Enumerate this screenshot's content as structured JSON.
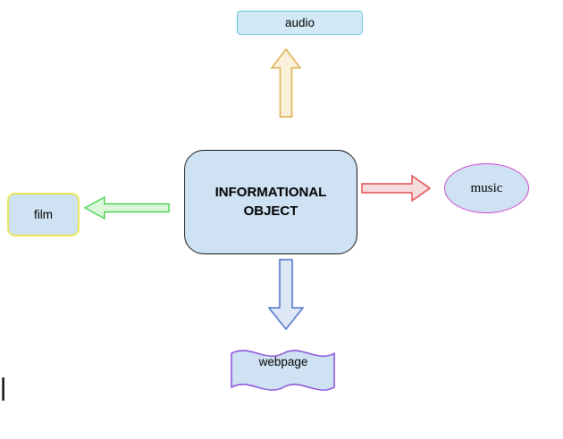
{
  "diagram": {
    "nodes": {
      "center": {
        "label": "INFORMATIONAL OBJECT",
        "border_color": "#1a1a1a",
        "fill_color": "#cfe2f3"
      },
      "audio": {
        "label": "audio",
        "border_color": "#62cbdd",
        "fill_color": "#d3eaf6"
      },
      "music": {
        "label": "music",
        "border_color": "#cc44cc",
        "fill_color": "#cfe2f3"
      },
      "film": {
        "label": "film",
        "border_color": "#e9e65a",
        "fill_color": "#cfe2f3"
      },
      "webpage": {
        "label": "webpage",
        "border_color": "#8a4fd8",
        "fill_color": "#cfe2f3"
      }
    },
    "arrows": {
      "up": {
        "from": "center",
        "to": "audio",
        "border_color": "#dcaf4e",
        "fill_color": "#f9f0da"
      },
      "right": {
        "from": "center",
        "to": "music",
        "border_color": "#e14f4f",
        "fill_color": "#f7dcdc"
      },
      "left": {
        "from": "center",
        "to": "film",
        "border_color": "#52d452",
        "fill_color": "#dcf7dc"
      },
      "down": {
        "from": "center",
        "to": "webpage",
        "border_color": "#4f74c8",
        "fill_color": "#dde7f6"
      }
    },
    "cursor_artifact": "|"
  }
}
